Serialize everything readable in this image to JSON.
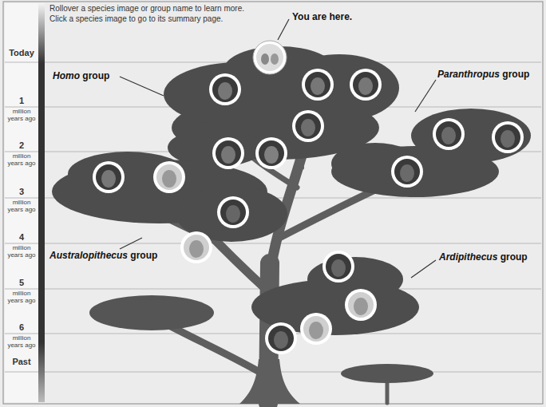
{
  "diagram": {
    "labels": [
      "Rollover a species image or group name to learn more.",
      "Click a species image to go to its summary page.",
      "You are here.",
      "Today",
      "1",
      "million years ago",
      "2",
      "million years ago",
      "3",
      "million years ago",
      "4",
      "million years ago",
      "5",
      "million years ago",
      "6",
      "million years ago",
      "Past",
      "Homo group",
      "Paranthropus group",
      "Australopithecus group",
      "Ardipithecus group"
    ]
  }
}
